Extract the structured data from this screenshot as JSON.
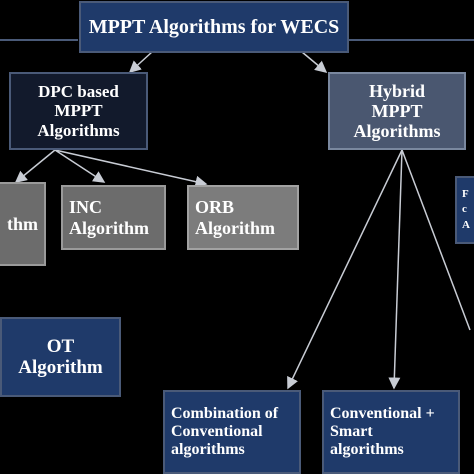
{
  "diagram": {
    "nodes": {
      "root": "MPPT Algorithms for WECS",
      "dpc": "DPC based\nMPPT\nAlgorithms",
      "hybrid": "Hybrid\nMPPT\nAlgorithms",
      "hcs": "thm",
      "inc": "INC\nAlgorithm",
      "orb": "ORB\nAlgorithm",
      "ot": "OT\nAlgorithm",
      "combination": "Combination of\nConventional\nalgorithms",
      "conv_smart": "Conventional +\nSmart\nalgorithms",
      "right_partial": "F\nc\nA"
    },
    "colors": {
      "background": "#000000",
      "blue_box": "#1f3a6a",
      "navy_box": "#121a2c",
      "slate_box": "#4a5770",
      "gray_box": "#6c6c6c",
      "connector": "#c8ccd4"
    }
  }
}
